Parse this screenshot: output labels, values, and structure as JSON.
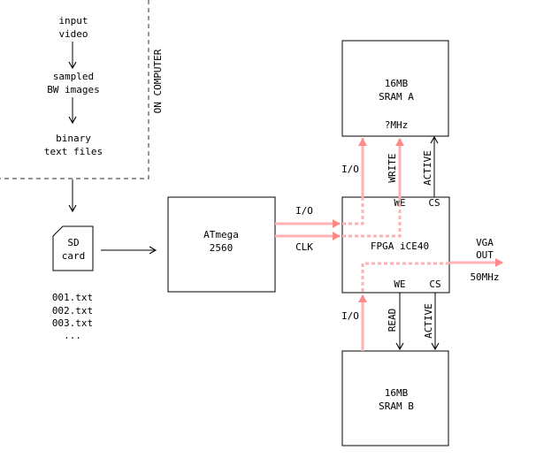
{
  "colors": {
    "line": "#000000",
    "dashed_border": "#555555",
    "signal": "#ff8a8a",
    "signal_light": "#ffb3b3",
    "background": "#ffffff"
  },
  "on_computer": {
    "label": "ON COMPUTER",
    "steps": [
      [
        "input",
        "video"
      ],
      [
        "sampled",
        "BW images"
      ],
      [
        "binary",
        "text files"
      ]
    ]
  },
  "sd_card": {
    "lines": [
      "SD",
      "card"
    ]
  },
  "files": [
    "001.txt",
    "002.txt",
    "003.txt",
    "..."
  ],
  "atmega": {
    "lines": [
      "ATmega",
      "2560"
    ]
  },
  "fpga": {
    "label": "FPGA iCE40",
    "we_top": "WE",
    "cs_top": "CS",
    "we_bottom": "WE",
    "cs_bottom": "CS"
  },
  "sram_a": {
    "lines": [
      "16MB",
      "SRAM A"
    ],
    "clock": "?MHz"
  },
  "sram_b": {
    "lines": [
      "16MB",
      "SRAM B"
    ]
  },
  "signals": {
    "io_atmega": "I/O",
    "clk": "CLK",
    "io_top": "I/O",
    "write": "WRITE",
    "active_top": "ACTIVE",
    "io_bottom": "I/O",
    "read": "READ",
    "active_bottom": "ACTIVE",
    "vga": [
      "VGA",
      "OUT"
    ],
    "vga_clock": "50MHz"
  }
}
